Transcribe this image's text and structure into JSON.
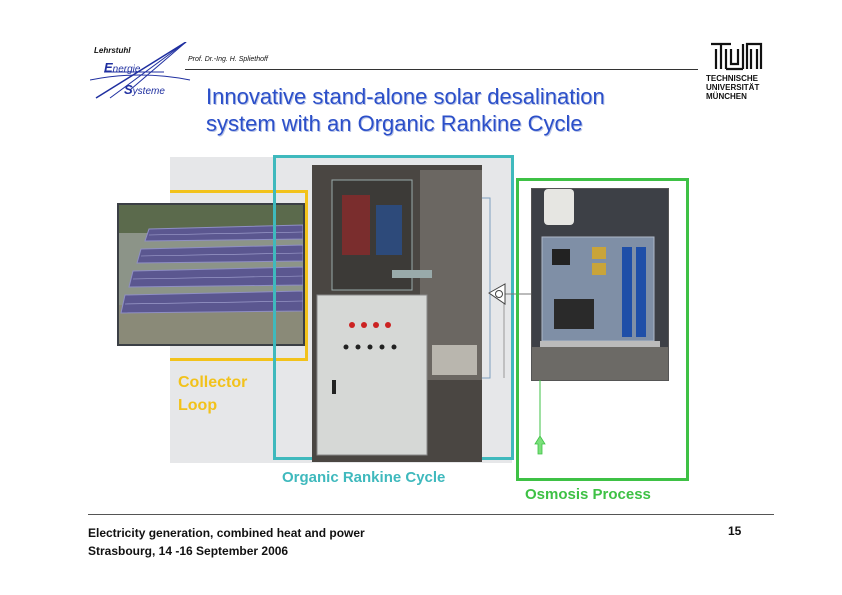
{
  "header": {
    "logo_line1": "Lehrstuhl",
    "logo_line2_initial": "E",
    "logo_line2_rest": "nergie",
    "logo_line3_initial": "S",
    "logo_line3_rest": "ysteme",
    "professor": "Prof. Dr.-Ing. H. Spliethoff",
    "university_line1": "TECHNISCHE",
    "university_line2": "UNIVERSITÄT",
    "university_line3": "MÜNCHEN"
  },
  "slide": {
    "title_line1": "Innovative stand-alone solar desalination",
    "title_line2": "system with an Organic Rankine Cycle"
  },
  "labels": {
    "collector_line1": "Collector",
    "collector_line2": "Loop",
    "orc": "Organic Rankine Cycle",
    "osmosis": "Osmosis Process"
  },
  "footer": {
    "line1": "Electricity generation, combined heat and power",
    "line2": "Strasbourg, 14 -16 September 2006",
    "page_number": "15"
  },
  "colors": {
    "title": "#2b4fc9",
    "collector": "#f2c21b",
    "orc": "#3fb9bd",
    "osmosis": "#3ec145"
  }
}
